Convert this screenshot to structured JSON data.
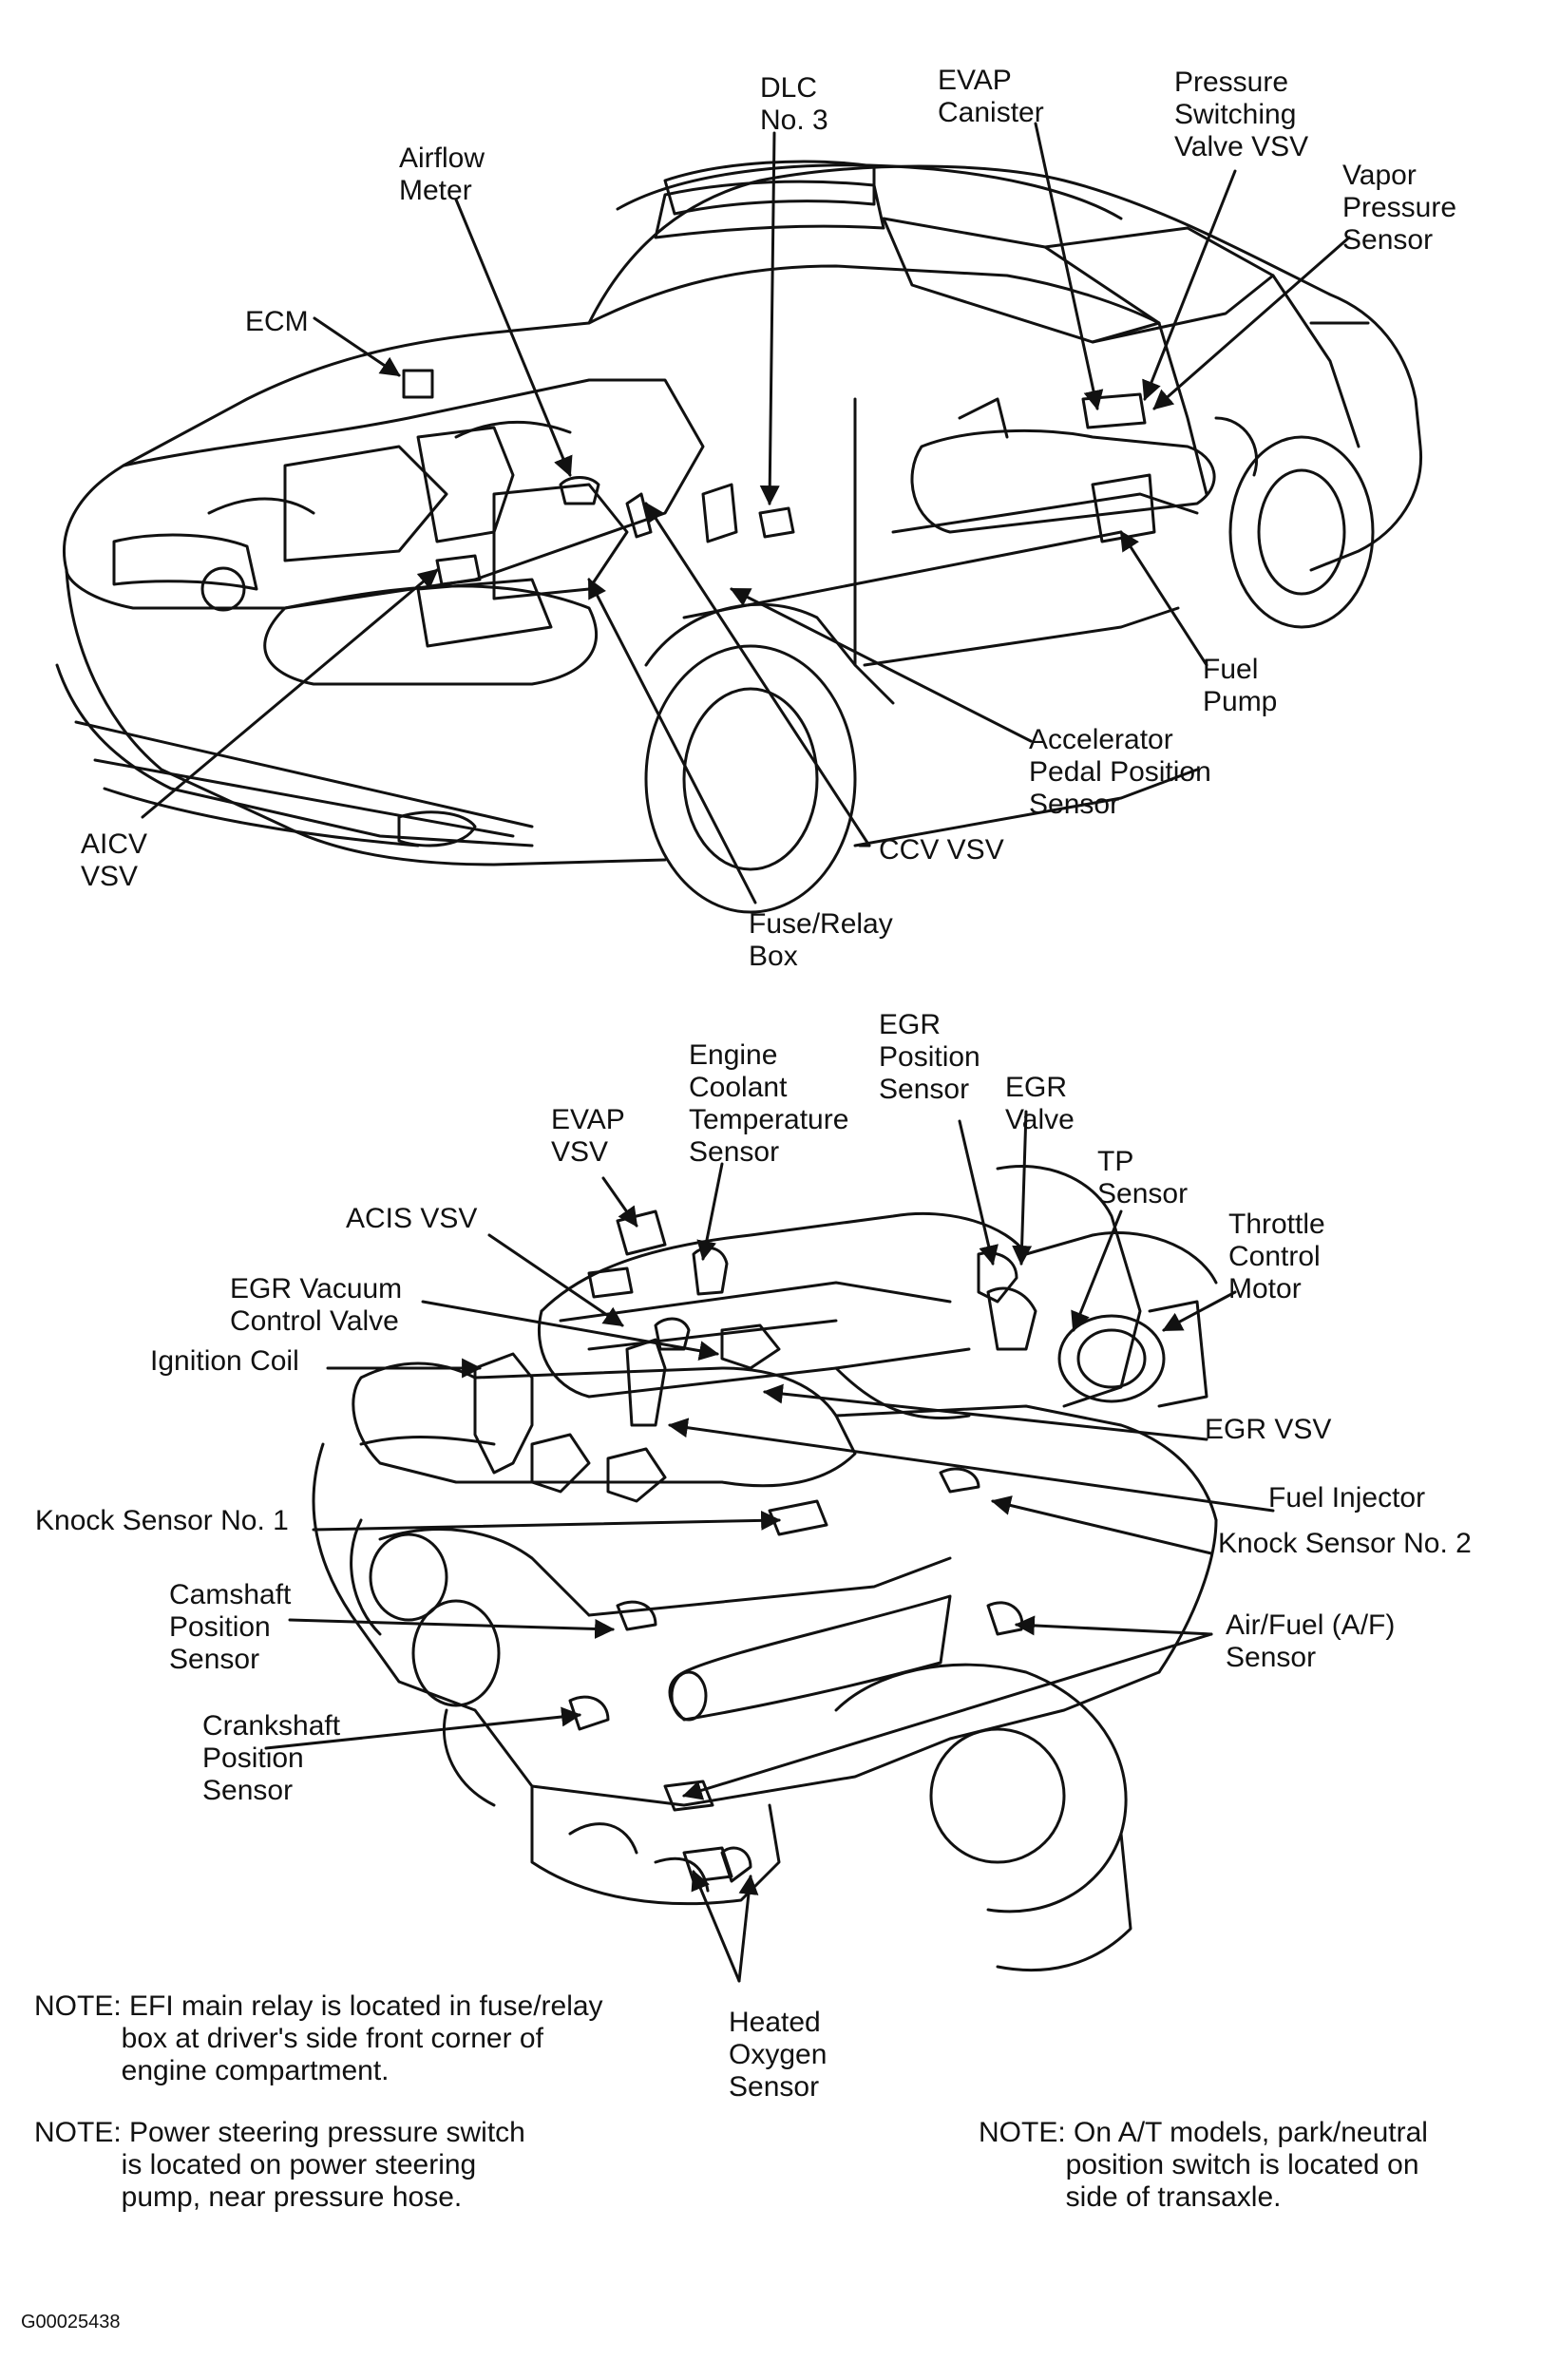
{
  "car_labels": {
    "dlc": "DLC\nNo. 3",
    "evap_canister": "EVAP\nCanister",
    "pressure_switching_valve": "Pressure\nSwitching\nValve VSV",
    "vapor_pressure_sensor": "Vapor\nPressure\nSensor",
    "airflow_meter": "Airflow\nMeter",
    "ecm": "ECM",
    "fuel_pump": "Fuel\nPump",
    "accelerator_pedal": "Accelerator\nPedal Position\nSensor",
    "ccv_vsv": "CCV VSV",
    "aicv_vsv": "AICV\nVSV",
    "fuse_relay_box": "Fuse/Relay\nBox"
  },
  "engine_labels": {
    "egr_position_sensor": "EGR\nPosition\nSensor",
    "engine_coolant_temp": "Engine\nCoolant\nTemperature\nSensor",
    "egr_valve": "EGR\nValve",
    "evap_vsv": "EVAP\nVSV",
    "tp_sensor": "TP\nSensor",
    "throttle_control_motor": "Throttle\nControl\nMotor",
    "acis_vsv": "ACIS VSV",
    "egr_vacuum_control_valve": "EGR Vacuum\nControl Valve",
    "ignition_coil": "Ignition Coil",
    "egr_vsv": "EGR VSV",
    "fuel_injector": "Fuel Injector",
    "knock_sensor_1": "Knock Sensor No. 1",
    "knock_sensor_2": "Knock Sensor No. 2",
    "camshaft_position_sensor": "Camshaft\nPosition\nSensor",
    "air_fuel_sensor": "Air/Fuel (A/F)\nSensor",
    "crankshaft_position_sensor": "Crankshaft\nPosition\nSensor",
    "heated_oxygen_sensor": "Heated\nOxygen\nSensor"
  },
  "notes": {
    "note1": "NOTE: EFI main relay is located in fuse/relay\n           box at driver's side front corner of\n           engine compartment.",
    "note2": "NOTE: Power steering pressure switch\n           is located on power steering\n           pump, near pressure hose.",
    "note3": "NOTE: On A/T models, park/neutral\n           position switch is located on\n           side of transaxle."
  },
  "figure_id": "G00025438"
}
